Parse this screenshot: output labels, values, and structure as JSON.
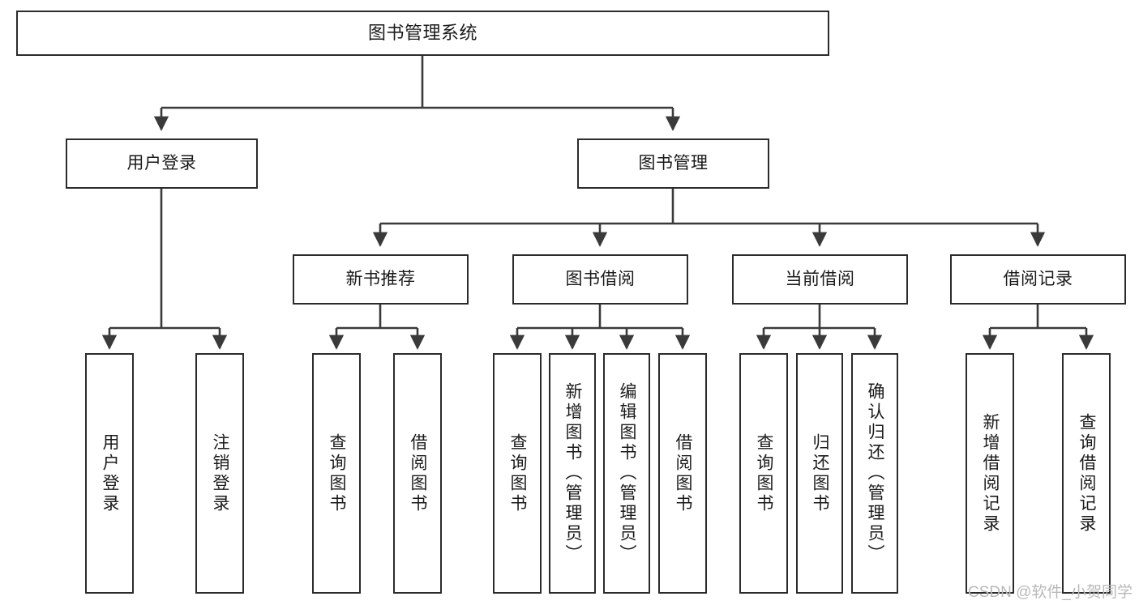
{
  "diagram": {
    "type": "tree",
    "title": "图书管理系统",
    "watermark": "CSDN @软件_小贺同学",
    "colors": {
      "box_border": "#2b2b2b",
      "box_fill": "#ffffff",
      "connector": "#3a3a3a",
      "text": "#1a1a1a",
      "watermark": "#b9b9b9"
    },
    "nodes": {
      "root": {
        "label": "图书管理系统"
      },
      "level2": [
        {
          "id": "user-login",
          "label": "用户登录"
        },
        {
          "id": "book-manage",
          "label": "图书管理"
        }
      ],
      "level3": [
        {
          "id": "new-book-recommend",
          "label": "新书推荐"
        },
        {
          "id": "book-borrow",
          "label": "图书借阅"
        },
        {
          "id": "current-borrow",
          "label": "当前借阅"
        },
        {
          "id": "borrow-record",
          "label": "借阅记录"
        }
      ],
      "leaves": {
        "user_login": [
          {
            "id": "leaf-user-login",
            "label": "用户登录"
          },
          {
            "id": "leaf-logout-login",
            "label": "注销登录"
          }
        ],
        "new_book_recommend": [
          {
            "id": "leaf-query-book-1",
            "label": "查询图书"
          },
          {
            "id": "leaf-borrow-book-1",
            "label": "借阅图书"
          }
        ],
        "book_borrow": [
          {
            "id": "leaf-query-book-2",
            "label": "查询图书"
          },
          {
            "id": "leaf-add-book",
            "label": "新增图书（管理员）"
          },
          {
            "id": "leaf-edit-book",
            "label": "编辑图书（管理员）"
          },
          {
            "id": "leaf-borrow-book-2",
            "label": "借阅图书"
          }
        ],
        "current_borrow": [
          {
            "id": "leaf-query-book-3",
            "label": "查询图书"
          },
          {
            "id": "leaf-return-book",
            "label": "归还图书"
          },
          {
            "id": "leaf-confirm-return",
            "label": "确认归还（管理员）"
          }
        ],
        "borrow_record": [
          {
            "id": "leaf-add-record",
            "label": "新增借阅记录"
          },
          {
            "id": "leaf-query-record",
            "label": "查询借阅记录"
          }
        ]
      }
    }
  }
}
